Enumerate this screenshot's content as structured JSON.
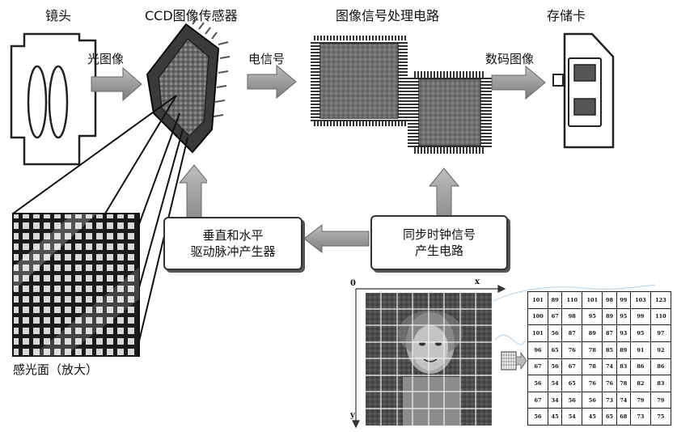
{
  "labels": {
    "lens": "镜头",
    "ccd": "CCD图像传感器",
    "isp": "图像信号处理电路",
    "card": "存储卡",
    "light_image": "光图像",
    "electric_signal": "电信号",
    "digital_image": "数码图像",
    "photosurface": "感光面（放大）"
  },
  "boxes": {
    "driver": {
      "line1": "垂直和水平",
      "line2": "驱动脉冲产生器"
    },
    "clock": {
      "line1": "同步时钟信号",
      "line2": "产生电路"
    }
  },
  "axes": {
    "origin": "0",
    "x": "x",
    "y": "y"
  },
  "matrix": [
    [
      "101",
      "89",
      "110",
      "101",
      "98",
      "99",
      "103",
      "123"
    ],
    [
      "100",
      "67",
      "98",
      "95",
      "89",
      "95",
      "99",
      "110"
    ],
    [
      "101",
      "56",
      "87",
      "89",
      "87",
      "93",
      "95",
      "97"
    ],
    [
      "96",
      "65",
      "76",
      "78",
      "85",
      "89",
      "91",
      "92"
    ],
    [
      "67",
      "56",
      "67",
      "78",
      "74",
      "83",
      "86",
      "86"
    ],
    [
      "56",
      "54",
      "65",
      "76",
      "76",
      "78",
      "82",
      "83"
    ],
    [
      "67",
      "34",
      "56",
      "56",
      "73",
      "74",
      "79",
      "79"
    ],
    [
      "56",
      "45",
      "54",
      "45",
      "65",
      "68",
      "73",
      "75"
    ]
  ]
}
